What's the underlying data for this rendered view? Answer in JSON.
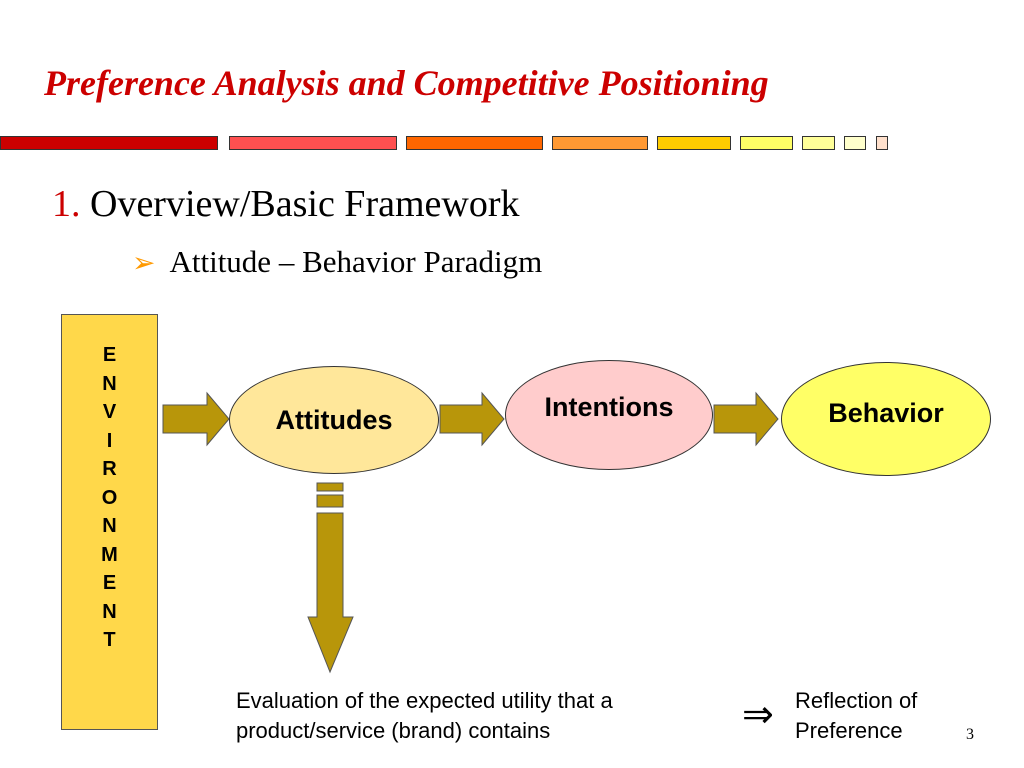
{
  "slide": {
    "title": "Preference Analysis and Competitive Positioning",
    "heading_number": "1.",
    "heading_text": "Overview/Basic Framework",
    "subheading_text": "Attitude – Behavior Paradigm",
    "page_number": "3"
  },
  "colors": {
    "title": "#cc0000",
    "heading_number": "#cc0000",
    "bullet": "#ff9900",
    "environment_box": "#ffd84a",
    "attitudes": "#ffe79a",
    "intentions": "#ffcccc",
    "behavior": "#ffff66",
    "arrow": "#b8960a",
    "deco_bars": [
      "#cc0000",
      "#ff5050",
      "#ff6600",
      "#ff9933",
      "#ffcc00",
      "#ffff66",
      "#ffff99",
      "#ffffcc",
      "#ffe0cc"
    ]
  },
  "diagram": {
    "environment_letters": [
      "E",
      "N",
      "V",
      "I",
      "R",
      "O",
      "N",
      "M",
      "E",
      "N",
      "T"
    ],
    "nodes": {
      "attitudes": "Attitudes",
      "intentions": "Intentions",
      "behavior": "Behavior"
    },
    "evaluation_text": [
      "Evaluation of the expected utility that a",
      "product/service (brand) contains"
    ],
    "implies_symbol": "⇒",
    "reflection_text": [
      "Reflection of",
      "Preference"
    ]
  }
}
